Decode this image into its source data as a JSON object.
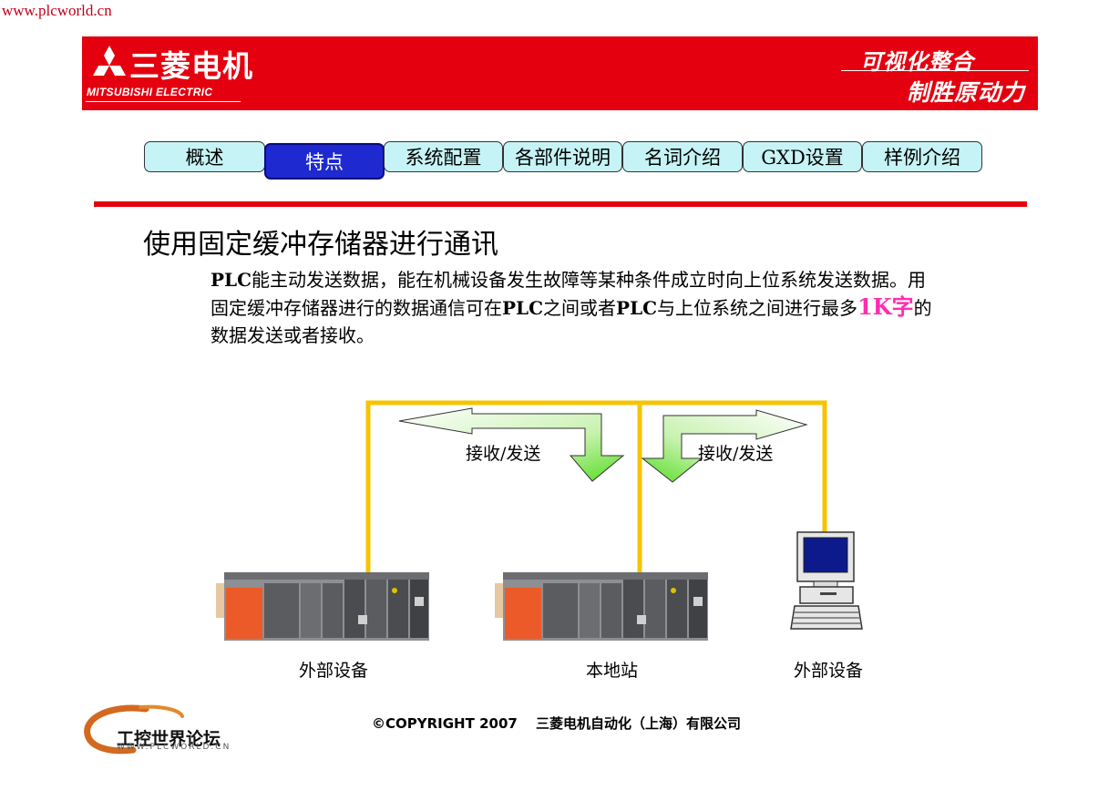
{
  "site_url": "www.plcworld.cn",
  "header": {
    "brand_cn": "三菱电机",
    "brand_en": "MITSUBISHI ELECTRIC",
    "slogan_line1": "可视化整合",
    "slogan_line2": "制胜原动力",
    "colors": {
      "banner": "#e4000f",
      "tab": "#c6f3f5",
      "tab_active": "#1e2ad0"
    }
  },
  "tabs": [
    {
      "label": "概述",
      "active": false
    },
    {
      "label": "特点",
      "active": true
    },
    {
      "label": "系统配置",
      "active": false
    },
    {
      "label": "各部件说明",
      "active": false
    },
    {
      "label": "名词介绍",
      "active": false
    },
    {
      "label": "GXD设置",
      "active": false
    },
    {
      "label": "样例介绍",
      "active": false
    }
  ],
  "content": {
    "heading": "使用固定缓冲存储器进行通讯",
    "para": {
      "s1": "PLC",
      "s2": "能主动发送数据，能在机械设备发生故障等某种条件成立时向上位系统发送数据。用固定缓冲存储器进行的数据通信可在",
      "s3": "PLC",
      "s4": "之间或者",
      "s5": "PLC",
      "s6": "与上位系统之间进行最多",
      "highlight": "1K字",
      "s7": "的数据发送或者接收。"
    }
  },
  "diagram": {
    "arrow_label_left": "接收/发送",
    "arrow_label_right": "接收/发送",
    "device_left": "外部设备",
    "device_center": "本地站",
    "device_right": "外部设备"
  },
  "footer": {
    "copyright": "©COPYRIGHT 2007　 三菱电机自动化（上海）有限公司",
    "forum_name": "工控世界论坛",
    "forum_url": "WWW.PLCWORLD.CN"
  }
}
